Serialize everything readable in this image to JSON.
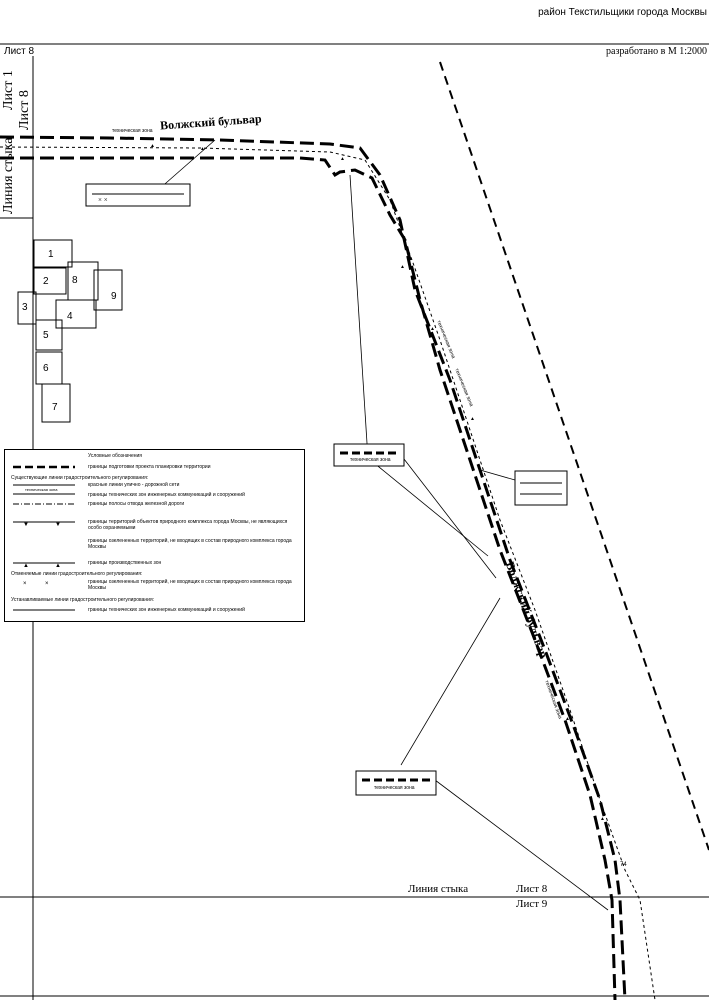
{
  "header": {
    "district_title": "район Текстильщики города Москвы",
    "sheet_top_left": "Лист 8",
    "scale_note": "разработано в М 1:2000"
  },
  "map": {
    "sheet_side_1": "Лист 1",
    "sheet_side_8": "Лист 8",
    "joint_side": "Линия стыка",
    "street_top": "Волжский бульвар",
    "street_diag": "Волжский бульвар",
    "joint_bottom": "Линия стыка",
    "sheet_bottom_8": "Лист 8",
    "sheet_bottom_9": "Лист 9",
    "tech_zone": "техническая зона",
    "tech_zone_diag_1": "техническая зона",
    "tech_zone_diag_2": "техническая зона",
    "tech_zone_diag_3": "техническая зона",
    "zone_label_74": "74",
    "plots": [
      "1",
      "2",
      "3",
      "4",
      "5",
      "6",
      "7",
      "8",
      "9"
    ]
  },
  "callouts": {
    "tech_zone_1": "техническая зона",
    "tech_zone_2": "техническая зона"
  },
  "legend": {
    "title": "Условные обозначения",
    "items": [
      "границы подготовки проекта планировки территории",
      "Существующие линии градостроительного регулирования:",
      "красные линии улично - дорожной сети",
      "границы технических зон инженерных коммуникаций и сооружений",
      "границы полосы отвода железной дороги",
      "границы территорий объектов природного комплекса города Москвы, не являющихся особо охраняемыми",
      "границы озелененных территорий, не входящих в состав природного комплекса города Москвы",
      "границы производственных зон",
      "Отменяемые линии градостроительного регулирования:",
      "границы озелененных территорий, не входящих в состав природного комплекса города Москвы",
      "Устанавливаемые линии градостроительного регулирования:",
      "границы технических зон инженерных коммуникаций и сооружений"
    ],
    "sample_tech_zone": "техническая зона"
  }
}
